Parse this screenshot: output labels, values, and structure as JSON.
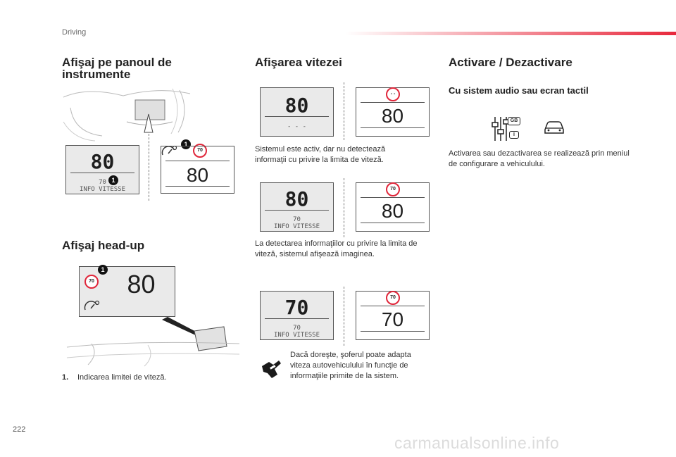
{
  "header": {
    "section": "Driving"
  },
  "page": {
    "number": "222",
    "watermark": "carmanualsonline.info"
  },
  "col1": {
    "title1": "Afişaj pe panoul de instrumente",
    "title2": "Afişaj head-up",
    "panel_big": "80",
    "panel_small_limit": "70",
    "panel_small_text": "INFO VITESSE",
    "sign_value": "70",
    "callout": "1",
    "hud_value": "80",
    "legend_num": "1.",
    "legend_text": "Indicarea limitei de viteză."
  },
  "col2": {
    "title": "Afişarea vitezei",
    "row1": {
      "left_big": "80",
      "left_dashes": "- - -",
      "right_sign": "- -",
      "right_big": "80",
      "caption": "Sistemul este activ, dar nu detectează informaţii cu privire la limita de viteză."
    },
    "row2": {
      "left_big": "80",
      "left_small_limit": "70",
      "left_small_text": "INFO VITESSE",
      "right_sign": "70",
      "right_big": "80",
      "caption": "La detectarea informaţiilor cu privire la limita de viteză, sistemul afişează imaginea."
    },
    "row3": {
      "left_big": "70",
      "left_small_limit": "70",
      "left_small_text": "INFO VITESSE",
      "right_sign": "70",
      "right_big": "70",
      "caption": "Dacă doreşte, şoferul poate adapta viteza autovehiculului în funcţie de informaţiile primite de la sistem."
    }
  },
  "col3": {
    "title": "Activare / Dezactivare",
    "subtitle": "Cu sistem audio sau ecran tactil",
    "icon_label_gb": "GB",
    "icon_label_i": "I",
    "text": "Activarea sau dezactivarea se realizează prin meniul de configurare a vehiculului."
  }
}
